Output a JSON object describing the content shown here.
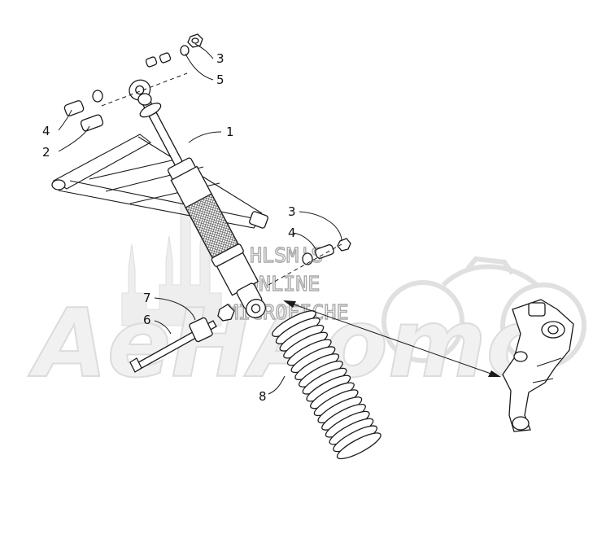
{
  "watermark": {
    "line1": "HLSM'S",
    "line2": "ONLINE",
    "line3": "MICROFICHE",
    "logo": "AeHAomo"
  },
  "callouts": [
    {
      "id": "c3a",
      "label": "3"
    },
    {
      "id": "c5",
      "label": "5"
    },
    {
      "id": "c1",
      "label": "1"
    },
    {
      "id": "c4a",
      "label": "4"
    },
    {
      "id": "c2",
      "label": "2"
    },
    {
      "id": "c3b",
      "label": "3"
    },
    {
      "id": "c4b",
      "label": "4"
    },
    {
      "id": "c7",
      "label": "7"
    },
    {
      "id": "c6",
      "label": "6"
    },
    {
      "id": "c8",
      "label": "8"
    }
  ],
  "colors": {
    "line": "#1a1a1a",
    "watermark_outline": "#a9a9a9",
    "logo_fill": "#f1f1f1"
  }
}
